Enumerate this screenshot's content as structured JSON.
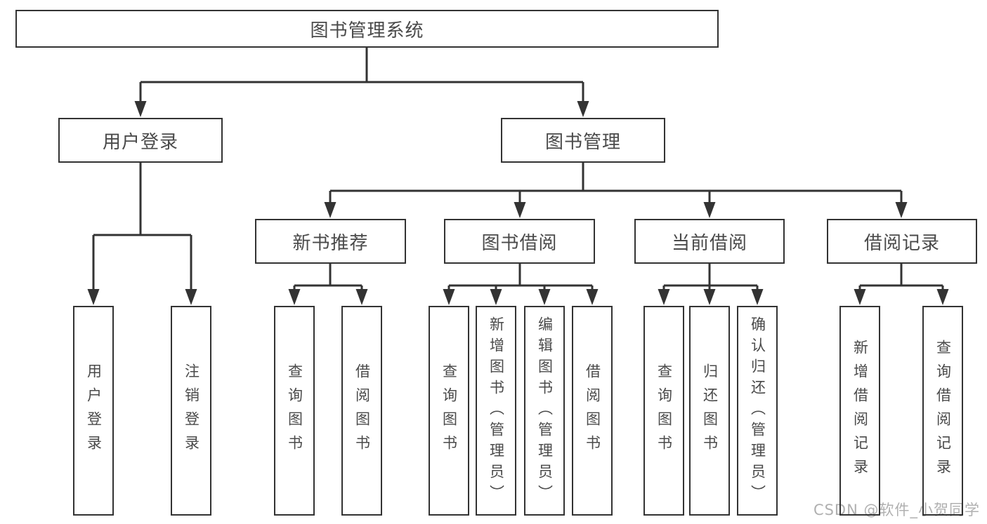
{
  "diagram_title": "图书管理系统",
  "colors": {
    "line": "#333333",
    "text": "#4a4a4a",
    "watermark": "#b0b0b0",
    "background": "#ffffff"
  },
  "nodes": {
    "root": "图书管理系统",
    "user_login": "用户登录",
    "book_mgmt": "图书管理",
    "new_books": "新书推荐",
    "book_borrow": "图书借阅",
    "current_borrow": "当前借阅",
    "borrow_records": "借阅记录",
    "leaves": {
      "user_login_leaf": "用户登录",
      "logout": "注销登录",
      "nb_query": "查询图书",
      "nb_borrow": "借阅图书",
      "bb_query": "查询图书",
      "bb_add": "新增图书（管理员）",
      "bb_edit": "编辑图书（管理员）",
      "bb_borrow": "借阅图书",
      "cb_query": "查询图书",
      "cb_return": "归还图书",
      "cb_confirm": "确认归还（管理员）",
      "br_add": "新增借阅记录",
      "br_query": "查询借阅记录"
    }
  },
  "watermark": {
    "text": "CSDN @软件_小贺同学"
  }
}
